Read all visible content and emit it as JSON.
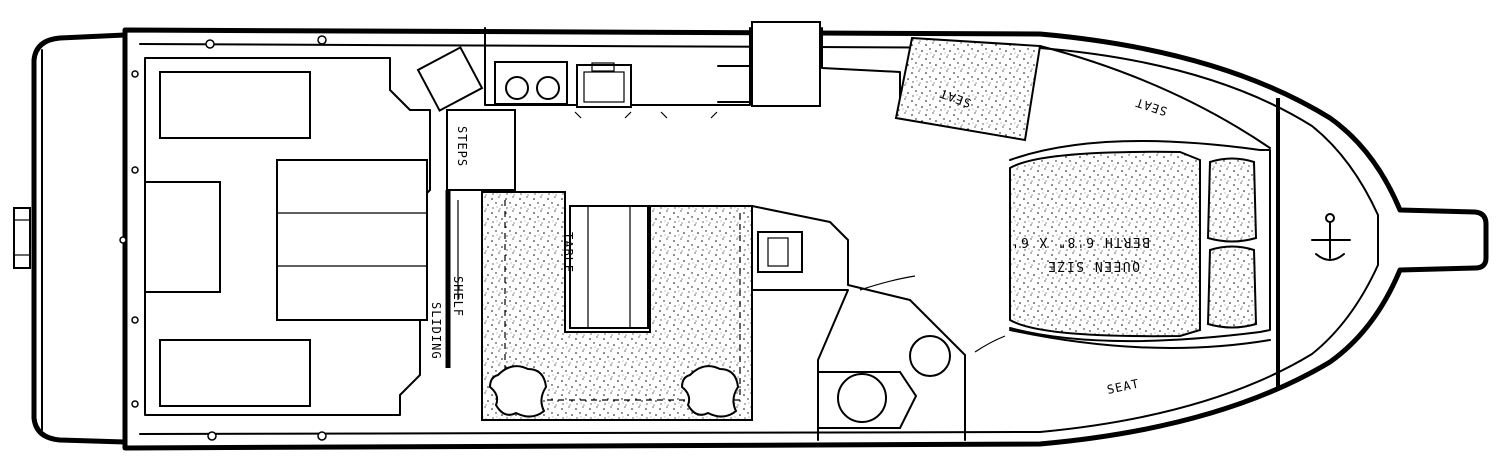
{
  "labels": {
    "steps": "STEPS",
    "table": "TABLE",
    "shelf": "SHELF",
    "sliding": "SLIDING",
    "seat_upper": "SEAT",
    "seat_forward": "SEAT",
    "seat_lower": "SEAT",
    "berth_line1": "QUEEN SIZE",
    "berth_line2": "BERTH 6'8\" X 6'"
  },
  "icons": [
    "anchor-icon",
    "cleat-icon",
    "pillow-icon"
  ]
}
